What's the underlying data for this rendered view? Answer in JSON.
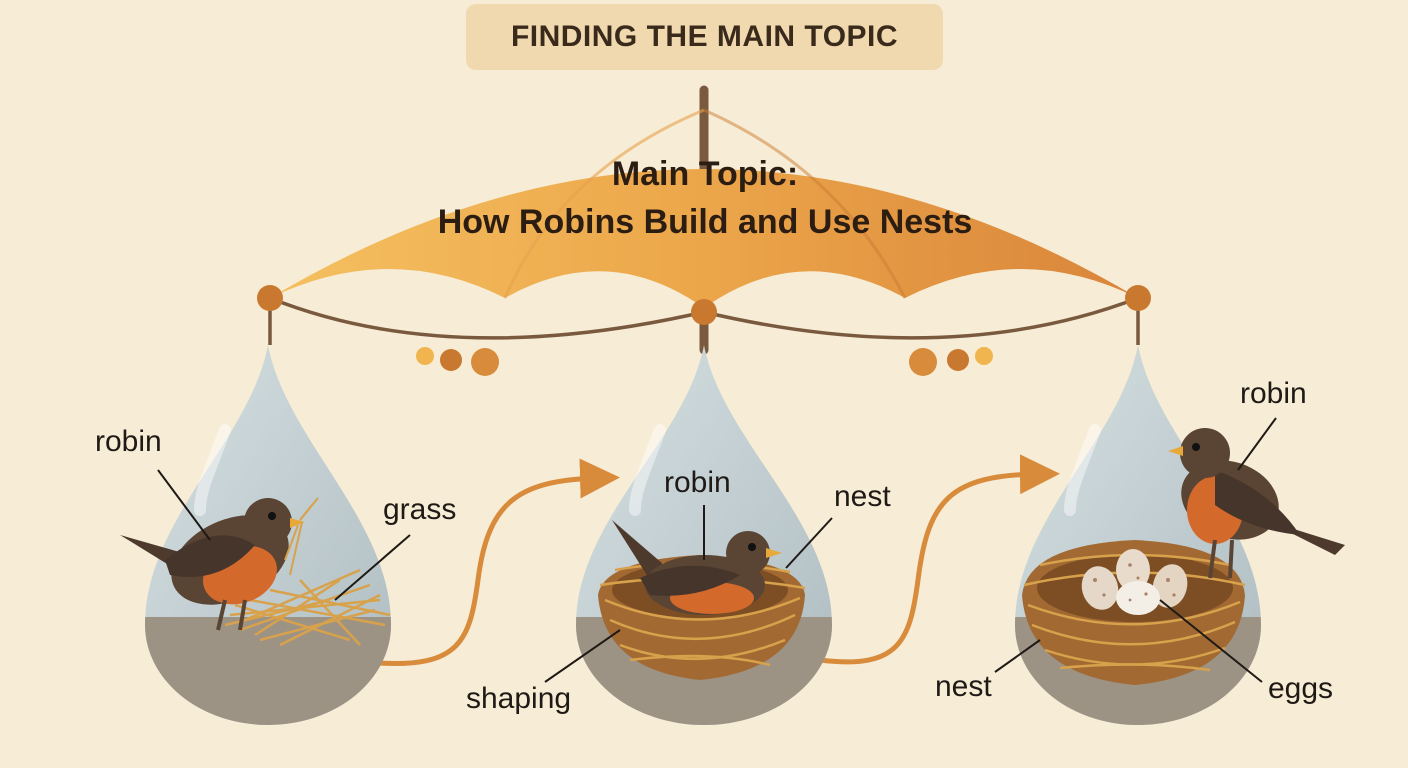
{
  "title": "FINDING THE MAIN TOPIC",
  "main_topic": {
    "line1": "Main Topic:",
    "line2": "How Robins Build and Use Nests"
  },
  "stages": [
    {
      "labels": {
        "bird": "robin",
        "material": "grass"
      }
    },
    {
      "labels": {
        "bird": "robin",
        "nest": "nest",
        "action": "shaping"
      }
    },
    {
      "labels": {
        "bird": "robin",
        "nest": "nest",
        "eggs": "eggs"
      }
    }
  ],
  "colors": {
    "background": "#f7ecd5",
    "title_box": "#f0d9ae",
    "umbrella_light": "#f2b755",
    "umbrella_dark": "#dd8d39",
    "arrow": "#d98b3c",
    "drop": "#bccbd0",
    "ground": "#9d9384",
    "robin_back": "#5a4434",
    "robin_breast": "#d4692c",
    "nest": "#a26a32"
  }
}
